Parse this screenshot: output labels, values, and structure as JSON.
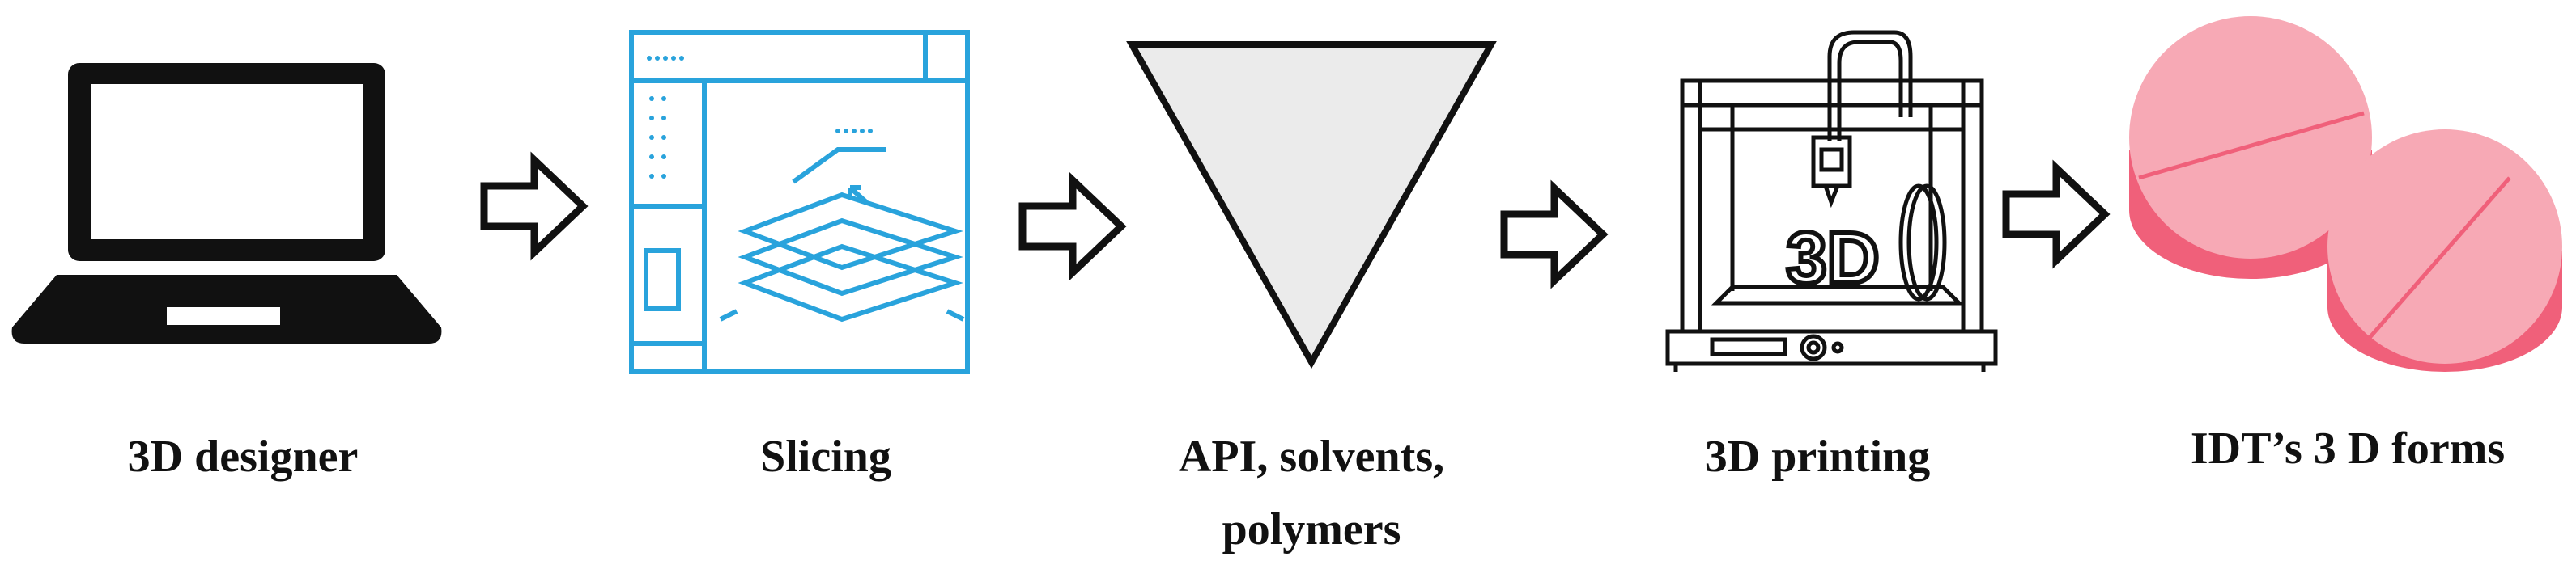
{
  "steps": [
    {
      "id": "designer",
      "label": "3D designer",
      "icon": "laptop-icon"
    },
    {
      "id": "slicing",
      "label": "Slicing",
      "icon": "slicing-software-icon"
    },
    {
      "id": "materials",
      "label": "API, solvents,",
      "label2": "polymers",
      "icon": "funnel-triangle-icon"
    },
    {
      "id": "printing",
      "label": "3D printing",
      "icon": "3d-printer-icon",
      "printer_text": "3D"
    },
    {
      "id": "forms",
      "label": "IDT’s 3 D forms",
      "icon": "pink-tablets-icon"
    }
  ],
  "colors": {
    "ink": "#111111",
    "slicing_blue": "#29a3dc",
    "funnel_fill": "#ebebeb",
    "pill_pink": "#f7a9b5",
    "pill_edge": "#f0607a"
  }
}
